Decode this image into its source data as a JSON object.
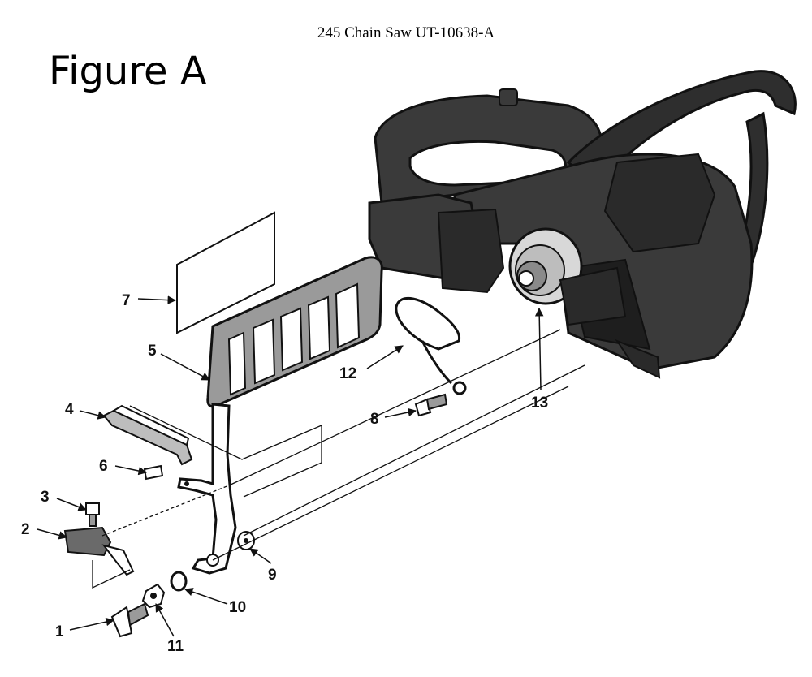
{
  "document": {
    "title": "245 Chain Saw UT-10638-A",
    "figure_label": "Figure A"
  },
  "callouts": [
    "1",
    "2",
    "3",
    "4",
    "5",
    "6",
    "7",
    "8",
    "9",
    "10",
    "11",
    "12",
    "13"
  ],
  "colors": {
    "ink": "#111111",
    "saw_fill": "#3a3a3a",
    "saw_dark": "#1e1e1e",
    "paper": "#ffffff"
  }
}
